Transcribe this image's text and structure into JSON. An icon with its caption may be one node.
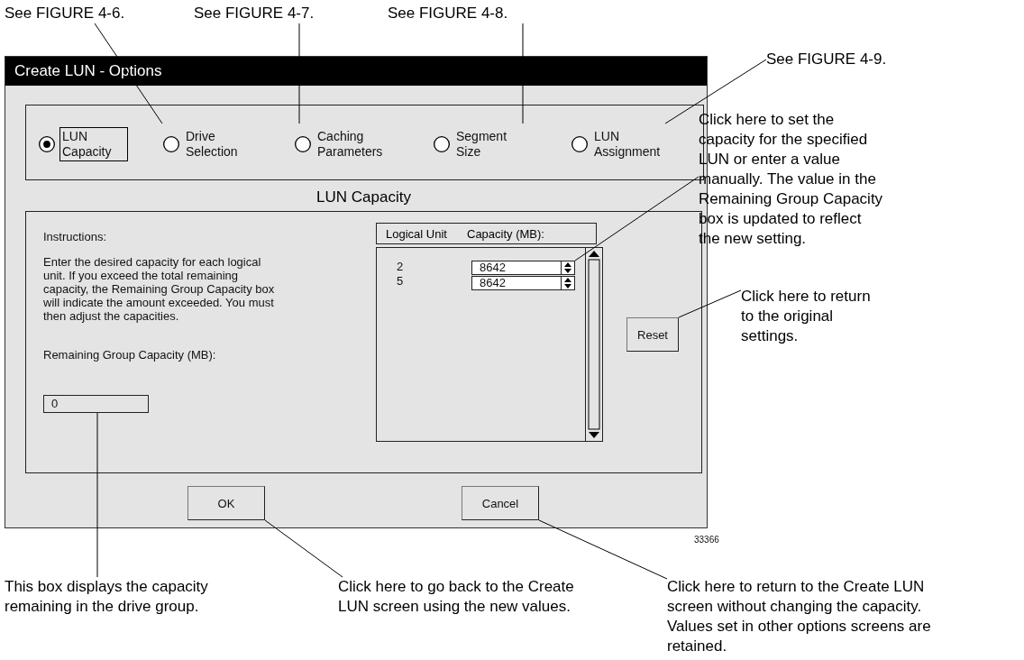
{
  "diagram": {
    "nodes": [
      {
        "text": [
          "Create LUN - Options"
        ]
      },
      {
        "text": [],
        "shape": "box",
        "in": 0
      },
      {
        "text": [
          "LUN Capacity"
        ],
        "in": 1
      },
      {
        "text": [
          "Drive Selection"
        ],
        "in": 1
      },
      {
        "text": [
          "Caching Parameters"
        ],
        "in": 1
      },
      {
        "text": [
          "Segment Size"
        ],
        "in": 1
      },
      {
        "text": [
          "LUN Assignment"
        ],
        "in": 1
      },
      {
        "text": [
          "LUN Capacity"
        ],
        "in": 0
      },
      {
        "text": [
          "0"
        ],
        "in": 7
      },
      {
        "text": [
          "Logical Unit",
          "Capacity (MB):"
        ],
        "in": 7
      },
      {
        "text": [],
        "shape": "box",
        "in": 7
      },
      {
        "text": [
          "8642"
        ],
        "in": 10
      },
      {
        "text": [
          "8642"
        ],
        "in": 10
      },
      {
        "text": [
          "Reset"
        ],
        "in": 7
      },
      {
        "text": [
          "OK"
        ],
        "in": 0
      },
      {
        "text": [
          "Cancel"
        ],
        "in": 0
      },
      {
        "text": [
          "See FIGURE 4-6."
        ]
      },
      {
        "text": [
          "See FIGURE 4-7."
        ]
      },
      {
        "text": [
          "See FIGURE 4-8."
        ]
      },
      {
        "text": [
          "See FIGURE 4-9."
        ]
      },
      {
        "text": [
          "Click here to set the capacity for the specified LUN or enter a value manually. The value in the Remaining Group Capacity box is updated to reflect the new setting."
        ]
      },
      {
        "text": [
          "Click here to return to the original settings."
        ]
      },
      {
        "text": [
          "This box displays the capacity remaining in the drive group."
        ]
      },
      {
        "text": [
          "Click here to go back to the Create LUN screen using the new values."
        ]
      },
      {
        "text": [
          "Click here to return to the Create LUN screen without changing the capacity. Values set in other options screens are retained."
        ]
      }
    ],
    "edges": [
      {
        "from": 16,
        "to": 3,
        "arrow": "none"
      },
      {
        "from": 17,
        "to": 4,
        "arrow": "none"
      },
      {
        "from": 18,
        "to": 5,
        "arrow": "none"
      },
      {
        "from": 19,
        "to": 6,
        "arrow": "none"
      },
      {
        "from": 20,
        "to": 11,
        "arrow": "none"
      },
      {
        "from": 21,
        "to": 13,
        "arrow": "none"
      },
      {
        "from": 22,
        "to": 8,
        "arrow": "none"
      },
      {
        "from": 23,
        "to": 14,
        "arrow": "none"
      },
      {
        "from": 24,
        "to": 15,
        "arrow": "none"
      }
    ],
    "labels": [
      "Instructions:",
      "Enter the desired capacity for each logical unit. If you exceed the total remaining capacity, the Remaining Group Capacity box will indicate the amount exceeded. You must then adjust the capacities.",
      "Remaining Group Capacity (MB):",
      "2",
      "5",
      "33366"
    ]
  }
}
